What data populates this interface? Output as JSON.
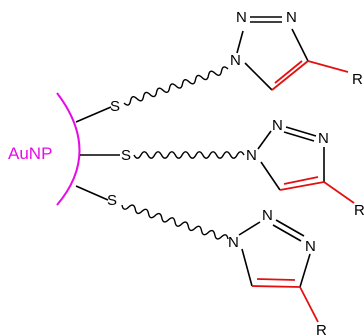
{
  "nanoparticle": {
    "label": "AuNP",
    "color": "#e60ce6"
  },
  "atoms": {
    "sulfur": "S",
    "nitrogen": "N",
    "substituent": "R"
  },
  "colors": {
    "bond": "#000000",
    "highlight": "#e41010"
  },
  "ligand_count": 3
}
